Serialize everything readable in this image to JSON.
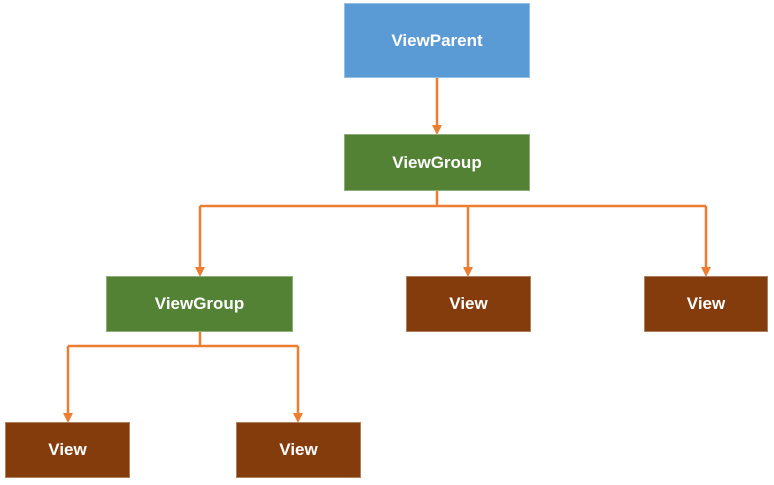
{
  "colors": {
    "view_parent": "#5b9bd5",
    "view_group": "#548235",
    "view": "#843c0c",
    "connector": "#ed7d31"
  },
  "nodes": {
    "root": {
      "label": "ViewParent"
    },
    "group_top": {
      "label": "ViewGroup"
    },
    "group_mid": {
      "label": "ViewGroup"
    },
    "view_mid": {
      "label": "View"
    },
    "view_right": {
      "label": "View"
    },
    "view_bottom_left": {
      "label": "View"
    },
    "view_bottom_right": {
      "label": "View"
    }
  }
}
